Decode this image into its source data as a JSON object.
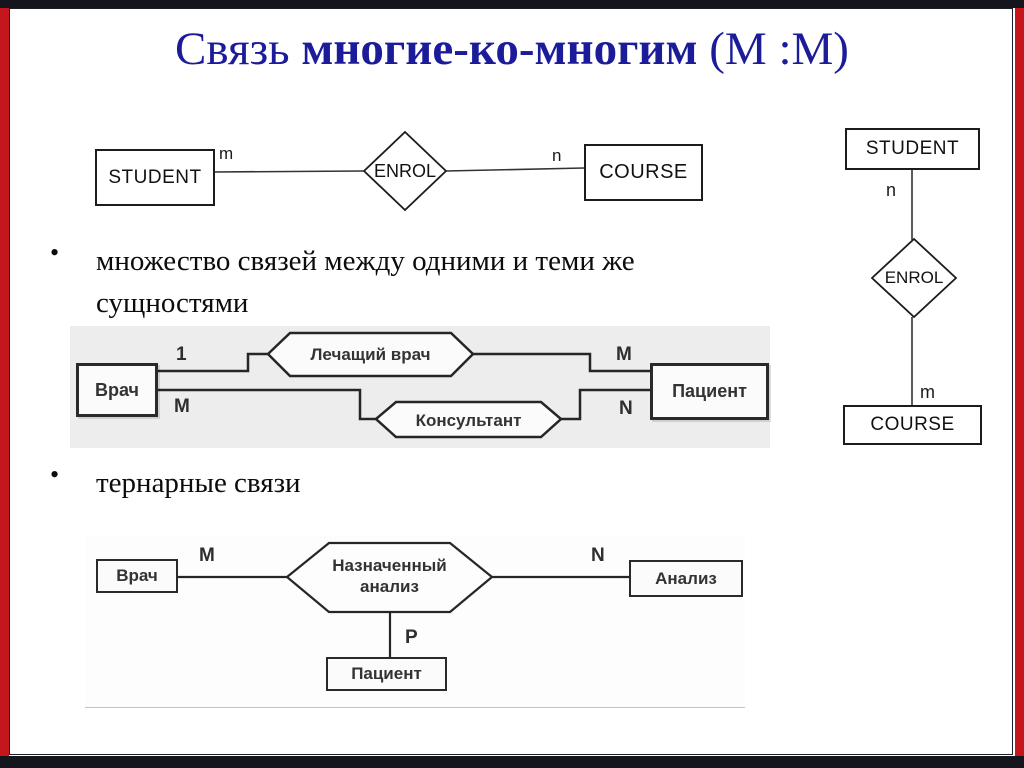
{
  "frame": {
    "side_color": "#c5161d",
    "bar_color": "#15151d"
  },
  "title": {
    "prefix": "Связь ",
    "emphasis": "многие-ко-многим",
    "suffix": " (М :М)",
    "color": "#1c1c9a"
  },
  "bullet_char": "•",
  "bullets": [
    {
      "lines": [
        "множество связей между одними и теми же",
        "сущностями"
      ]
    },
    {
      "lines": [
        "тернарные связи"
      ]
    }
  ],
  "diagram_top": {
    "left_entity": "STUDENT",
    "left_cardinality": "m",
    "relation": "ENROL",
    "right_cardinality": "n",
    "right_entity": "COURSE"
  },
  "diagram_right": {
    "top_entity": "STUDENT",
    "top_cardinality": "n",
    "relation": "ENROL",
    "bottom_cardinality": "m",
    "bottom_entity": "COURSE"
  },
  "diagram_duplicate": {
    "left_entity": "Врач",
    "right_entity": "Пациент",
    "relation_top": "Лечащий врач",
    "relation_bottom": "Консультант",
    "card_top_left": "1",
    "card_top_right": "M",
    "card_bottom_left": "M",
    "card_bottom_right": "N"
  },
  "diagram_ternary": {
    "left_entity": "Врач",
    "card_left": "M",
    "relation_line1": "Назначенный",
    "relation_line2": "анализ",
    "card_right": "N",
    "right_entity": "Анализ",
    "card_bottom": "P",
    "bottom_entity": "Пациент"
  }
}
